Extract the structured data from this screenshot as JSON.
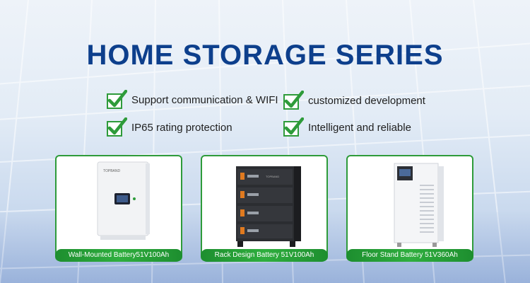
{
  "title": "HOME STORAGE SERIES",
  "features": [
    {
      "label": "Support communication & WIFI",
      "icon": "checkmark-icon"
    },
    {
      "label": "customized development",
      "icon": "checkmark-icon"
    },
    {
      "label": "IP65 rating protection",
      "icon": "checkmark-icon"
    },
    {
      "label": "Intelligent and reliable",
      "icon": "checkmark-icon"
    }
  ],
  "products": [
    {
      "caption": "Wall-Mounted Battery51V100Ah",
      "brand": "TOPBAND"
    },
    {
      "caption": "Rack Design Battery 51V100Ah",
      "brand": "TOPBAND"
    },
    {
      "caption": "Floor Stand Battery 51V360Ah",
      "brand": ""
    }
  ],
  "colors": {
    "title": "#0d3f8c",
    "accent_green": "#2e9b3a"
  }
}
